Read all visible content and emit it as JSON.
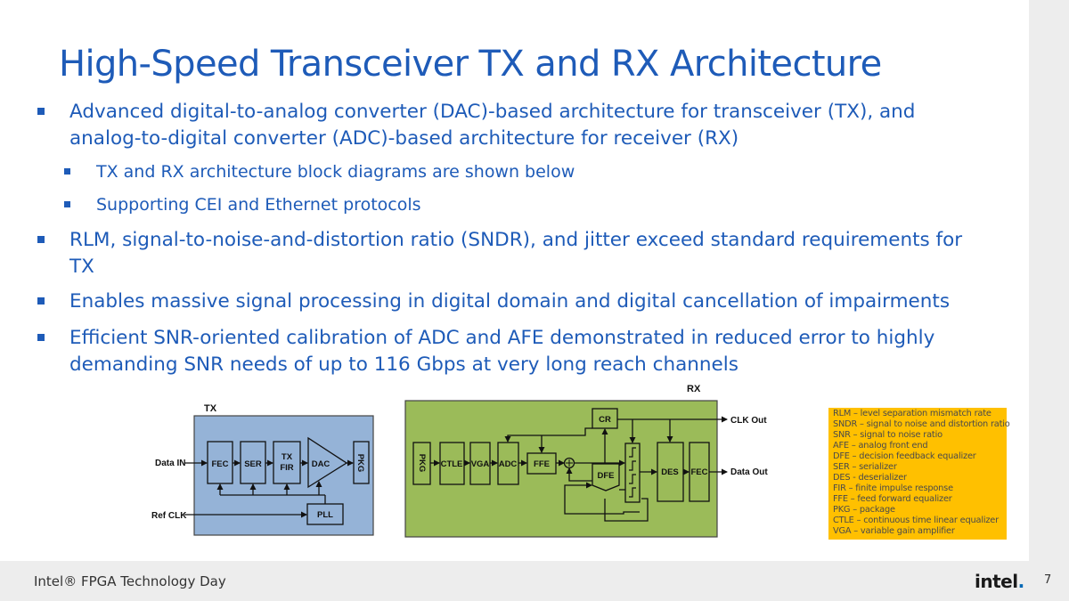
{
  "title": "High-Speed Transceiver TX and RX Architecture",
  "bullets": [
    {
      "lines": [
        "Advanced digital-to-analog converter (DAC)-based architecture for transceiver (TX), and",
        "analog-to-digital converter (ADC)-based architecture for receiver (RX)"
      ]
    },
    {
      "lines": [
        "TX and RX architecture block diagrams are shown below"
      ]
    },
    {
      "lines": [
        "Supporting CEI and Ethernet protocols"
      ]
    },
    {
      "lines": [
        "RLM, signal-to-noise-and-distortion ratio (SNDR), and jitter exceed standard requirements for",
        "TX"
      ]
    },
    {
      "lines": [
        "Enables massive signal processing in digital domain and digital cancellation of impairments"
      ]
    },
    {
      "lines": [
        "Efficient SNR-oriented calibration of ADC and AFE demonstrated in reduced error to highly",
        "demanding SNR needs of up to 116 Gbps at very long reach channels"
      ]
    }
  ],
  "tx_diagram": {
    "label": "TX",
    "input_data": "Data IN",
    "input_clock": "Ref CLK",
    "blocks": {
      "fec": "FEC",
      "ser": "SER",
      "fir_line1": "TX",
      "fir_line2": "FIR",
      "dac": "DAC",
      "pkg": "PKG",
      "pll": "PLL"
    }
  },
  "rx_diagram": {
    "label": "RX",
    "output_clock": "CLK Out",
    "output_data": "Data Out",
    "blocks": {
      "pkg": "PKG",
      "ctle": "CTLE",
      "vga": "VGA",
      "adc": "ADC",
      "ffe": "FFE",
      "dfe": "DFE",
      "cr": "CR",
      "des": "DES",
      "fec": "FEC"
    }
  },
  "legend": [
    "RLM – level separation mismatch rate",
    "SNDR – signal to noise and distortion ratio",
    "SNR – signal to noise ratio",
    "AFE – analog front end",
    "DFE – decision feedback equalizer",
    "SER – serializer",
    "DES - deserializer",
    "FIR – finite impulse response",
    "FFE – feed forward equalizer",
    "PKG – package",
    "CTLE – continuous time linear equalizer",
    "VGA – variable gain amplifier"
  ],
  "footer": {
    "event": "Intel® FPGA Technology Day",
    "logo": "intel",
    "page": "7"
  },
  "colors": {
    "title_blue": "#1e5bb8",
    "tx_fill": "#95b3d7",
    "rx_fill": "#9bbb59",
    "legend_fill": "#ffc000",
    "footer_bg": "#ededed"
  }
}
